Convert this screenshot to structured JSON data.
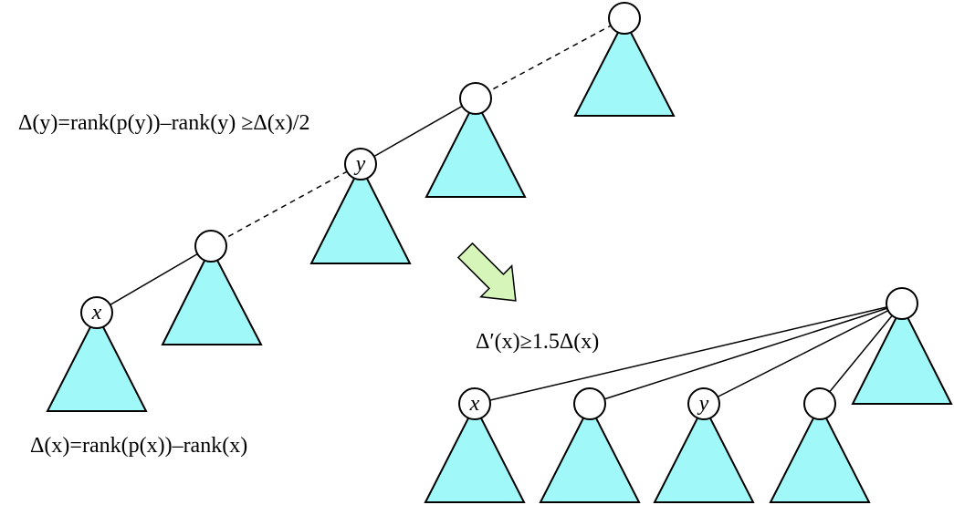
{
  "formulas": {
    "delta_y": "Δ(y)=rank(p(y))–rank(y) ≥Δ(x)/2",
    "delta_x": "Δ(x)=rank(p(x))–rank(x)",
    "delta_prime": "Δ′(x)≥1.5Δ(x)"
  },
  "labels": {
    "x": "x",
    "y": "y"
  },
  "colors": {
    "subtree_fill": "#a0f8f8",
    "arrow_fill": "#d6f5b8"
  }
}
